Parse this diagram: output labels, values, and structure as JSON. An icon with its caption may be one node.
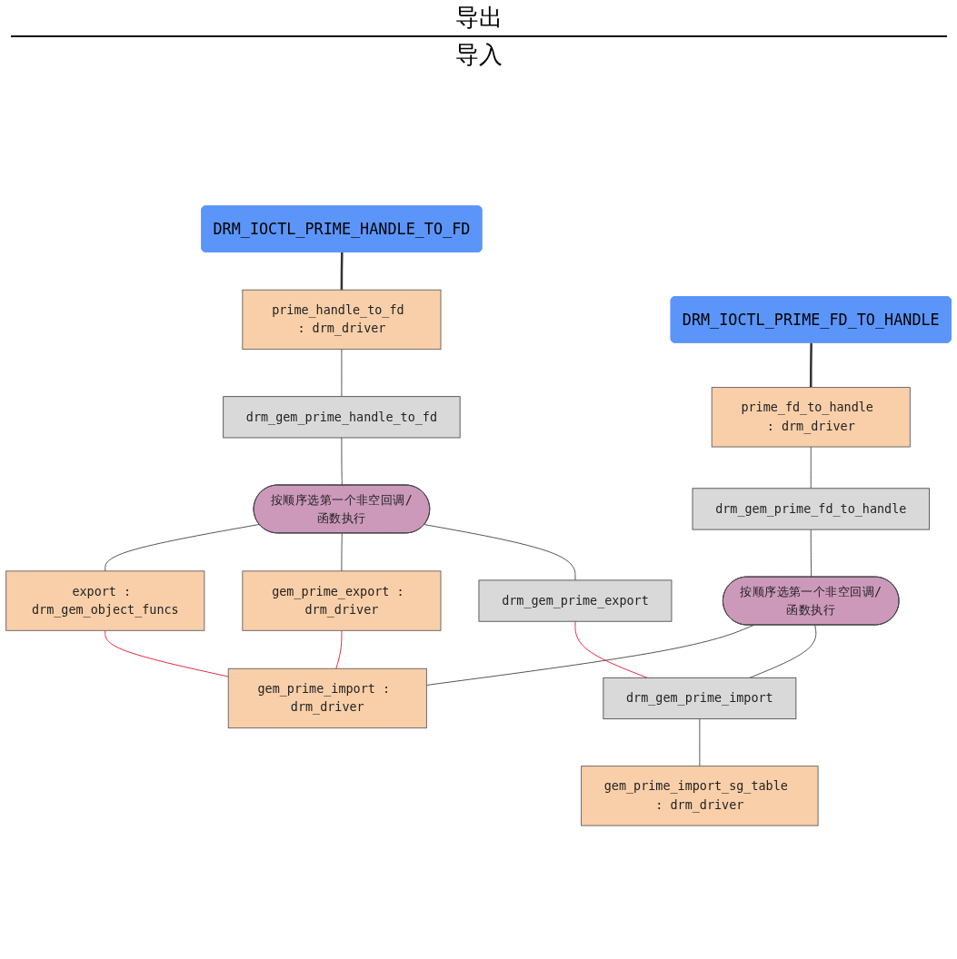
{
  "diagram": {
    "nodes": [
      {
        "text": [
          "DRM_IOCTL_PRIME_HANDLE_TO_FD"
        ]
      },
      {
        "text": [
          "prime_handle_to_fd : drm_driver"
        ]
      },
      {
        "text": [
          "drm_gem_prime_handle_to_fd"
        ]
      },
      {
        "text": [
          "按顺序选第一个非空回调/函数执行"
        ]
      },
      {
        "text": [
          "export : drm_gem_object_funcs"
        ]
      },
      {
        "text": [
          "gem_prime_export : drm_driver"
        ]
      },
      {
        "text": [
          "drm_gem_prime_export"
        ]
      },
      {
        "text": [
          "DRM_IOCTL_PRIME_FD_TO_HANDLE"
        ]
      },
      {
        "text": [
          "prime_fd_to_handle : drm_driver"
        ]
      },
      {
        "text": [
          "drm_gem_prime_fd_to_handle"
        ]
      },
      {
        "text": [
          "按顺序选第一个非空回调/函数执行"
        ]
      },
      {
        "text": [
          "gem_prime_import : drm_driver"
        ]
      },
      {
        "text": [
          "drm_gem_prime_import"
        ]
      },
      {
        "text": [
          "gem_prime_import_sg_table : drm_driver"
        ]
      }
    ],
    "edges": [
      {
        "from": 0,
        "to": 1,
        "arrow": "none",
        "style": "thick"
      },
      {
        "from": 1,
        "to": 2,
        "arrow": "none"
      },
      {
        "from": 2,
        "to": 3,
        "arrow": "none"
      },
      {
        "from": 3,
        "to": 4,
        "arrow": "none"
      },
      {
        "from": 3,
        "to": 5,
        "arrow": "none"
      },
      {
        "from": 3,
        "to": 6,
        "arrow": "none"
      },
      {
        "from": 7,
        "to": 8,
        "arrow": "none",
        "style": "thick"
      },
      {
        "from": 8,
        "to": 9,
        "arrow": "none"
      },
      {
        "from": 9,
        "to": 10,
        "arrow": "none"
      },
      {
        "from": 10,
        "to": 11,
        "arrow": "none"
      },
      {
        "from": 10,
        "to": 12,
        "arrow": "none"
      },
      {
        "from": 12,
        "to": 13,
        "arrow": "none"
      },
      {
        "from": 4,
        "to": 11,
        "arrow": "none",
        "color": "#e0001b"
      },
      {
        "from": 5,
        "to": 11,
        "arrow": "none",
        "color": "#e0001b"
      },
      {
        "from": 6,
        "to": 12,
        "arrow": "none",
        "color": "#e0001b"
      }
    ],
    "labels": [
      "导出",
      "导入"
    ]
  }
}
